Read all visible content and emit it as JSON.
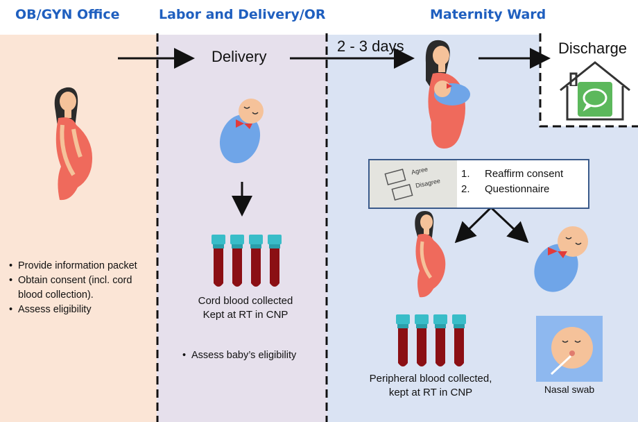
{
  "headers": {
    "office": "OB/GYN Office",
    "labor": "Labor and Delivery/OR",
    "ward": "Maternity Ward"
  },
  "flow": {
    "delivery": "Delivery",
    "duration": "2 - 3 days",
    "discharge": "Discharge"
  },
  "office": {
    "bullets": [
      "Provide information packet",
      "Obtain consent (incl. cord blood collection).",
      "Assess eligibility"
    ]
  },
  "labor": {
    "cord_caption_1": "Cord blood collected",
    "cord_caption_2": "Kept at RT in CNP",
    "bullet": "Assess baby’s eligibility"
  },
  "ward": {
    "form_agree": "Agree",
    "form_disagree": "Disagree",
    "steps": [
      "Reaffirm consent",
      "Questionnaire"
    ],
    "peripheral_1": "Peripheral blood collected,",
    "peripheral_2": "kept at RT in CNP",
    "swab": "Nasal swab"
  },
  "colors": {
    "header_blue": "#1f5fbf",
    "office_bg": "#fbe5d6",
    "labor_bg": "#e6e0ec",
    "ward_bg": "#dae3f3",
    "mother_dress": "#ef6a5c",
    "baby_wrap": "#6fa5e8",
    "blood": "#8b0f14",
    "cap": "#39bdc8",
    "message_green": "#5cb85c"
  },
  "icons": [
    "pregnant-woman-icon",
    "baby-icon",
    "blood-tubes-icon",
    "consent-form-icon",
    "house-icon",
    "message-icon",
    "nasal-swab-icon"
  ]
}
